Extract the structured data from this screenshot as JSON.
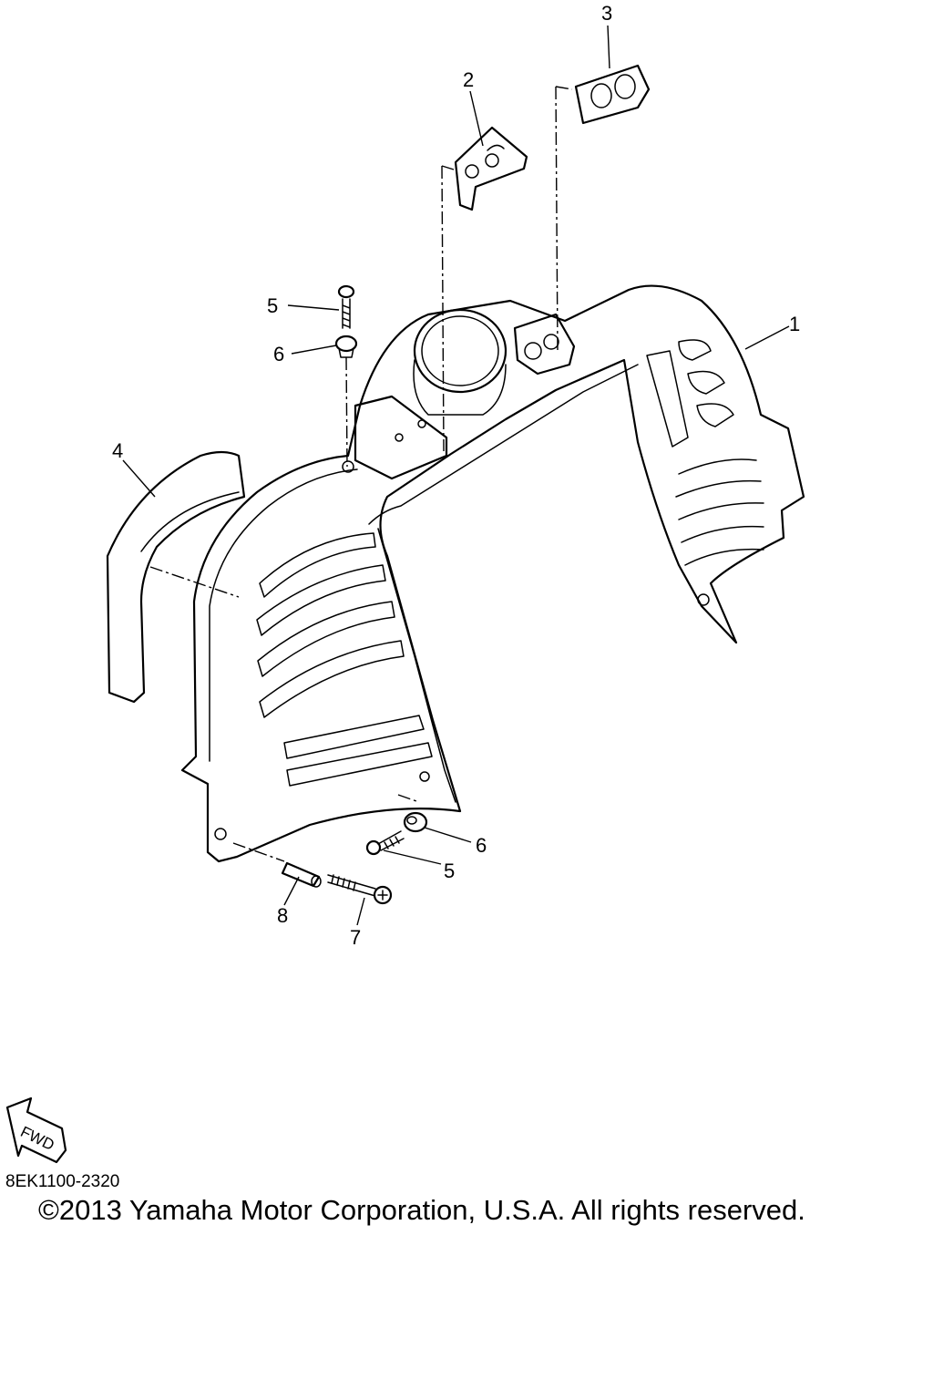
{
  "diagram": {
    "callouts": {
      "c1": "1",
      "c2": "2",
      "c3": "3",
      "c4": "4",
      "c5a": "5",
      "c5b": "5",
      "c6a": "6",
      "c6b": "6",
      "c7": "7",
      "c8": "8"
    },
    "fwd_label": "FWD"
  },
  "footer": {
    "ref_code": "8EK1100-2320",
    "copyright": "©2013 Yamaha Motor Corporation, U.S.A. All rights reserved."
  }
}
